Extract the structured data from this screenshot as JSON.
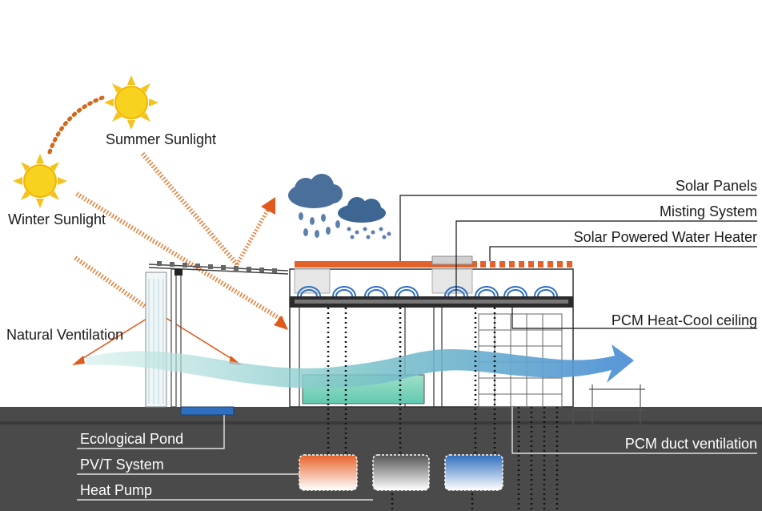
{
  "labels": {
    "summer_sunlight": "Summer Sunlight",
    "winter_sunlight": "Winter Sunlight",
    "natural_ventilation": "Natural Ventilation",
    "solar_panels": "Solar Panels",
    "misting_system": "Misting  System",
    "solar_water_heater": "Solar Powered  Water Heater",
    "pcm_ceiling": "PCM  Heat-Cool ceiling",
    "pcm_duct": "PCM  duct ventilation",
    "ecological_pond": "Ecological Pond",
    "pvt_system": "PV/T System",
    "heat_pump": "Heat Pump"
  },
  "colors": {
    "sun": "#f7d21e",
    "sun_ray": "#e8782e",
    "arrow": "#e05a1e",
    "ground": "#4a4a4a",
    "airflow": "#5b9bd5",
    "cloud": "#4a6f9a",
    "panel": "#e2622a",
    "pond": "#2f6fc0"
  }
}
